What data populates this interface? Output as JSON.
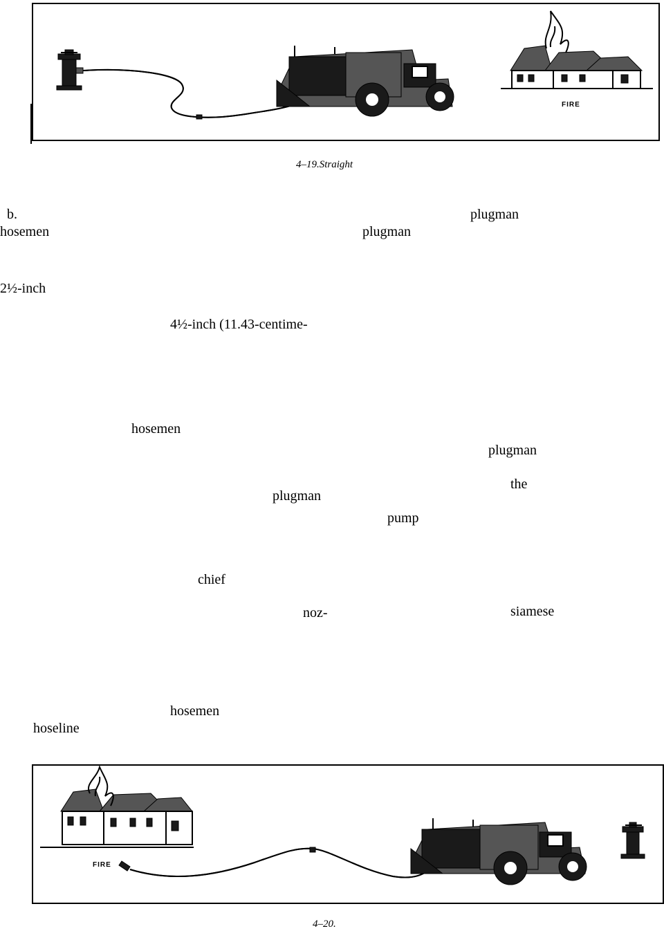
{
  "figure_top": {
    "label": "FIRE",
    "caption": "4–19.Straight"
  },
  "figure_bottom": {
    "label": "FIRE",
    "caption": "4–20."
  },
  "text_fragments": [
    "b.",
    "plugman",
    "hosemen",
    "plugman",
    "2½-inch",
    "4½-inch (11.43-centime-",
    "hosemen",
    "plugman",
    "the",
    "plugman",
    "pump",
    "chief",
    "noz-",
    "siamese",
    "hosemen",
    "hoseline"
  ]
}
